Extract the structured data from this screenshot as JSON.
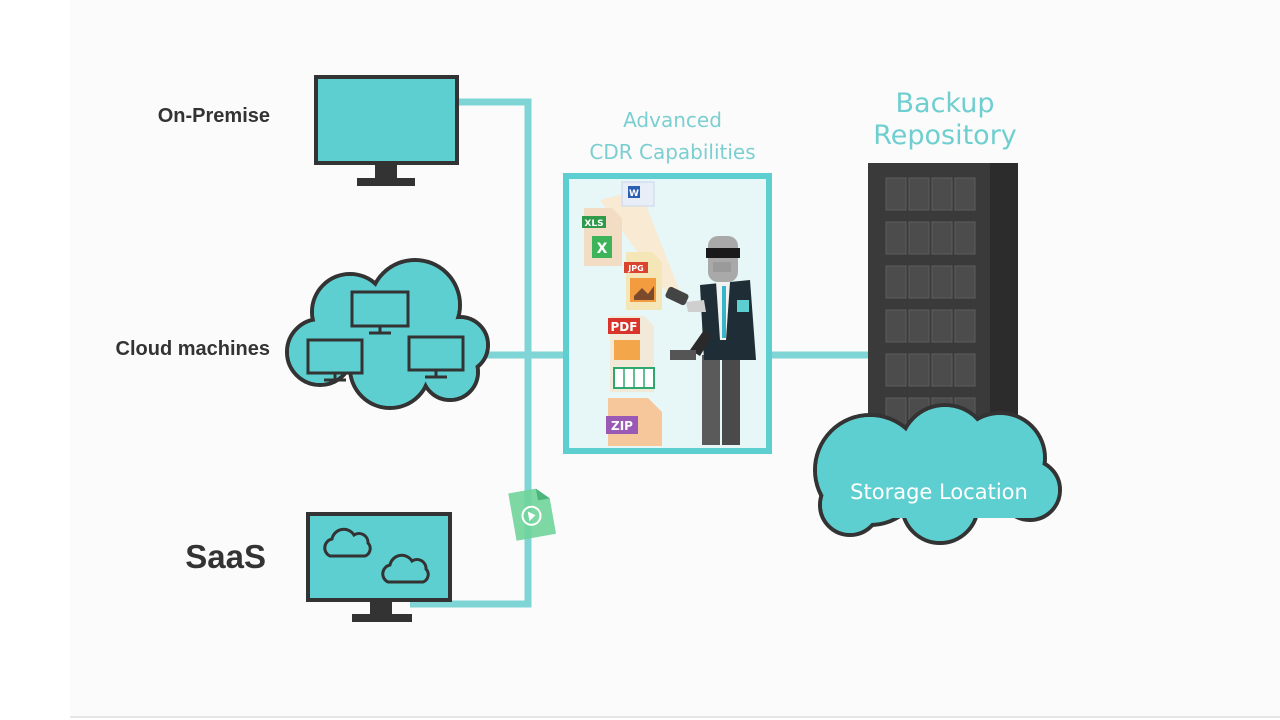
{
  "sources": {
    "on_premise": "On-Premise",
    "cloud": "Cloud machines",
    "saas": "SaaS"
  },
  "cdr": {
    "line1": "Advanced",
    "line2": "CDR Capabilities",
    "file_badges": [
      "XLS",
      "JPG",
      "PDF",
      "ZIP"
    ]
  },
  "repository": {
    "line1": "Backup",
    "line2": "Repository",
    "storage_label": "Storage Location"
  },
  "colors": {
    "accent": "#5ecfd0",
    "line": "#7fd5d6",
    "outline": "#333333",
    "server": "#3a3a3a",
    "label_text": "#333333",
    "cdr_text": "#7ccfd0"
  },
  "icons": [
    "monitor-icon",
    "cloud-icon",
    "document-icon",
    "server-rack-icon",
    "robot-scanner-icon"
  ]
}
